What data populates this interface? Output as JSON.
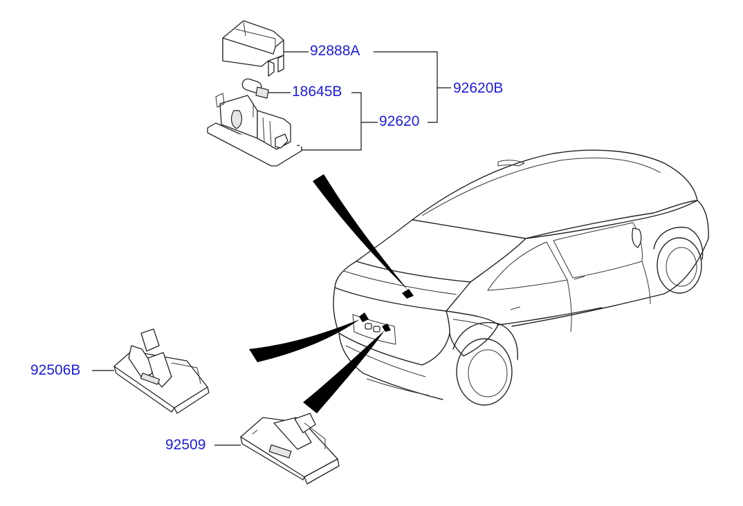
{
  "colors": {
    "callout_text": "#1c1ce0",
    "line_art": "#222222",
    "pointer_fill": "#000000",
    "background": "#ffffff"
  },
  "callouts": {
    "lens_cover": "92888A",
    "lamp_assembly": "92620B",
    "bulb": "18645B",
    "lamp_housing": "92620",
    "license_lamp_left": "92506B",
    "license_lamp_right": "92509"
  }
}
